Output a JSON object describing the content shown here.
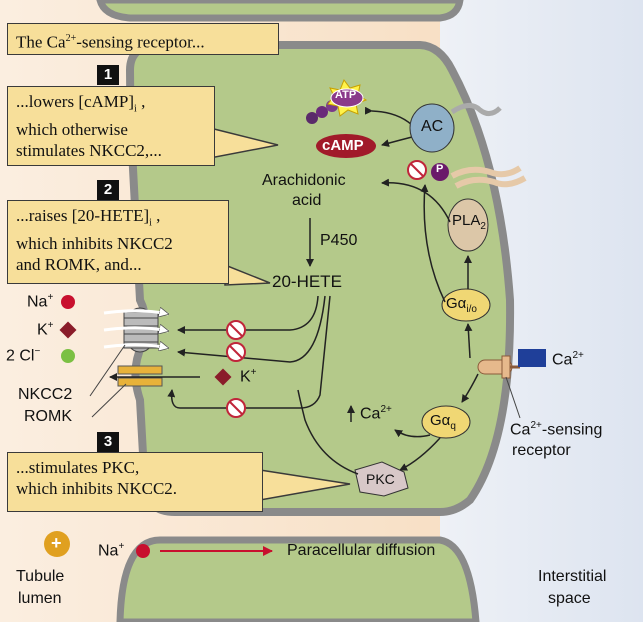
{
  "callouts": {
    "intro": {
      "pre": "The Ca",
      "sup": "2+",
      "post": "-sensing receptor..."
    },
    "step1": {
      "number": "1",
      "line1_pre": "...lowers [cAMP]",
      "line1_sub": "i",
      "line1_post": " ,",
      "line2": "which otherwise",
      "line3": "stimulates NKCC2,..."
    },
    "step2": {
      "number": "2",
      "line1_pre": "...raises [20-HETE]",
      "line1_sub": "i",
      "line1_post": " ,",
      "line2": "which inhibits NKCC2",
      "line3": "and ROMK, and..."
    },
    "step3": {
      "number": "3",
      "line1": "...stimulates PKC,",
      "line2": "which inhibits NKCC2."
    }
  },
  "molecules": {
    "atp": "ATP",
    "camp": "cAMP",
    "ac": "AC",
    "p": "P",
    "arachidonic_acid_1": "Arachidonic",
    "arachidonic_acid_2": "acid",
    "p450": "P450",
    "hete": "20-HETE",
    "pla2_main": "PLA",
    "pla2_sub": "2",
    "galpha_io_main": "Gα",
    "galpha_io_sub": "i/o",
    "galpha_q_main": "Gα",
    "galpha_q_sub": "q",
    "pkc": "PKC",
    "ca_rise_main": "Ca",
    "ca_rise_sup": "2+"
  },
  "ions": {
    "na": {
      "main": "Na",
      "sup": "+"
    },
    "k": {
      "main": "K",
      "sup": "+"
    },
    "cl": {
      "main": "2 Cl",
      "sup": "−"
    },
    "k_romk": {
      "main": "K",
      "sup": "+"
    },
    "na_paracellular": {
      "main": "Na",
      "sup": "+"
    },
    "ca_external": {
      "main": "Ca",
      "sup": "2+"
    }
  },
  "labels": {
    "nkcc2": "NKCC2",
    "romk": "ROMK",
    "paracellular": "Paracellular diffusion",
    "receptor_1_pre": "Ca",
    "receptor_1_sup": "2+",
    "receptor_1_post": "-sensing",
    "receptor_2": "receptor",
    "tubule_1": "Tubule",
    "tubule_2": "lumen",
    "interstitial_1": "Interstitial",
    "interstitial_2": "space",
    "plus": "+"
  },
  "colors": {
    "cytoplasm": "#b4c98a",
    "membrane": "#8a8a8a",
    "lumen": "#f9e7d2",
    "interstitial": "#e8ecf4",
    "callout": "#f7df9a",
    "camp": "#a11a2a",
    "atp": "#8a3a8a",
    "inhibit": "#c0253a",
    "ca_square": "#1f3f99",
    "na_dot": "#c8102e",
    "k_diamond": "#8a1c2a",
    "cl_dot": "#7bc043",
    "plus_circle": "#e0a020"
  }
}
